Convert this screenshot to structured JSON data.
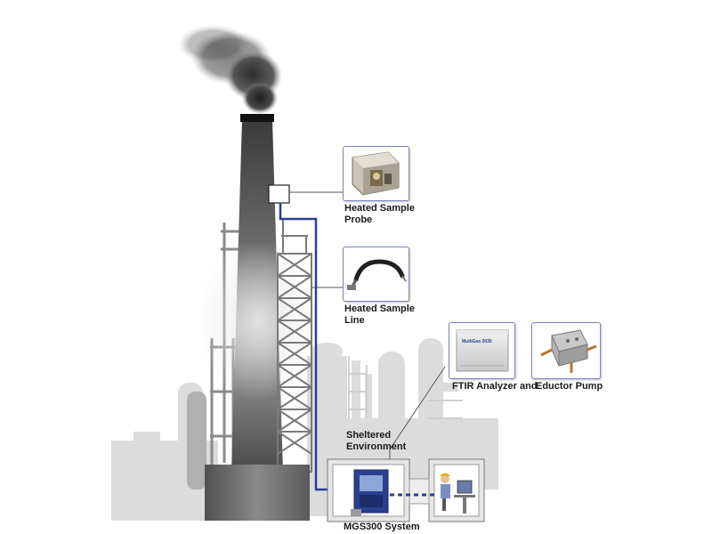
{
  "labels": {
    "probe_line1": "Heated Sample",
    "probe_line2": "Probe",
    "line_line1": "Heated Sample",
    "line_line2": "Line",
    "ftir": "FTIR Analyzer and",
    "pump": "Eductor Pump",
    "shelter_line1": "Sheltered",
    "shelter_line2": "Environment",
    "system": "MGS300 System"
  },
  "analyzer_badge": "MultiGas 2030",
  "colors": {
    "connector_blue": "#2b3f8f",
    "frame_border": "#7a86b8",
    "stack_dark": "#3a3a3a",
    "stack_light": "#b0b0b0",
    "background_buildings": "#dcdcdc",
    "smoke": "#2e2e2e"
  },
  "icons": [
    "smoke-plume",
    "heated-probe-photo",
    "sample-line-photo",
    "ftir-analyzer-photo",
    "eductor-pump-photo",
    "analyzer-cabinet-icon",
    "operator-icon"
  ]
}
